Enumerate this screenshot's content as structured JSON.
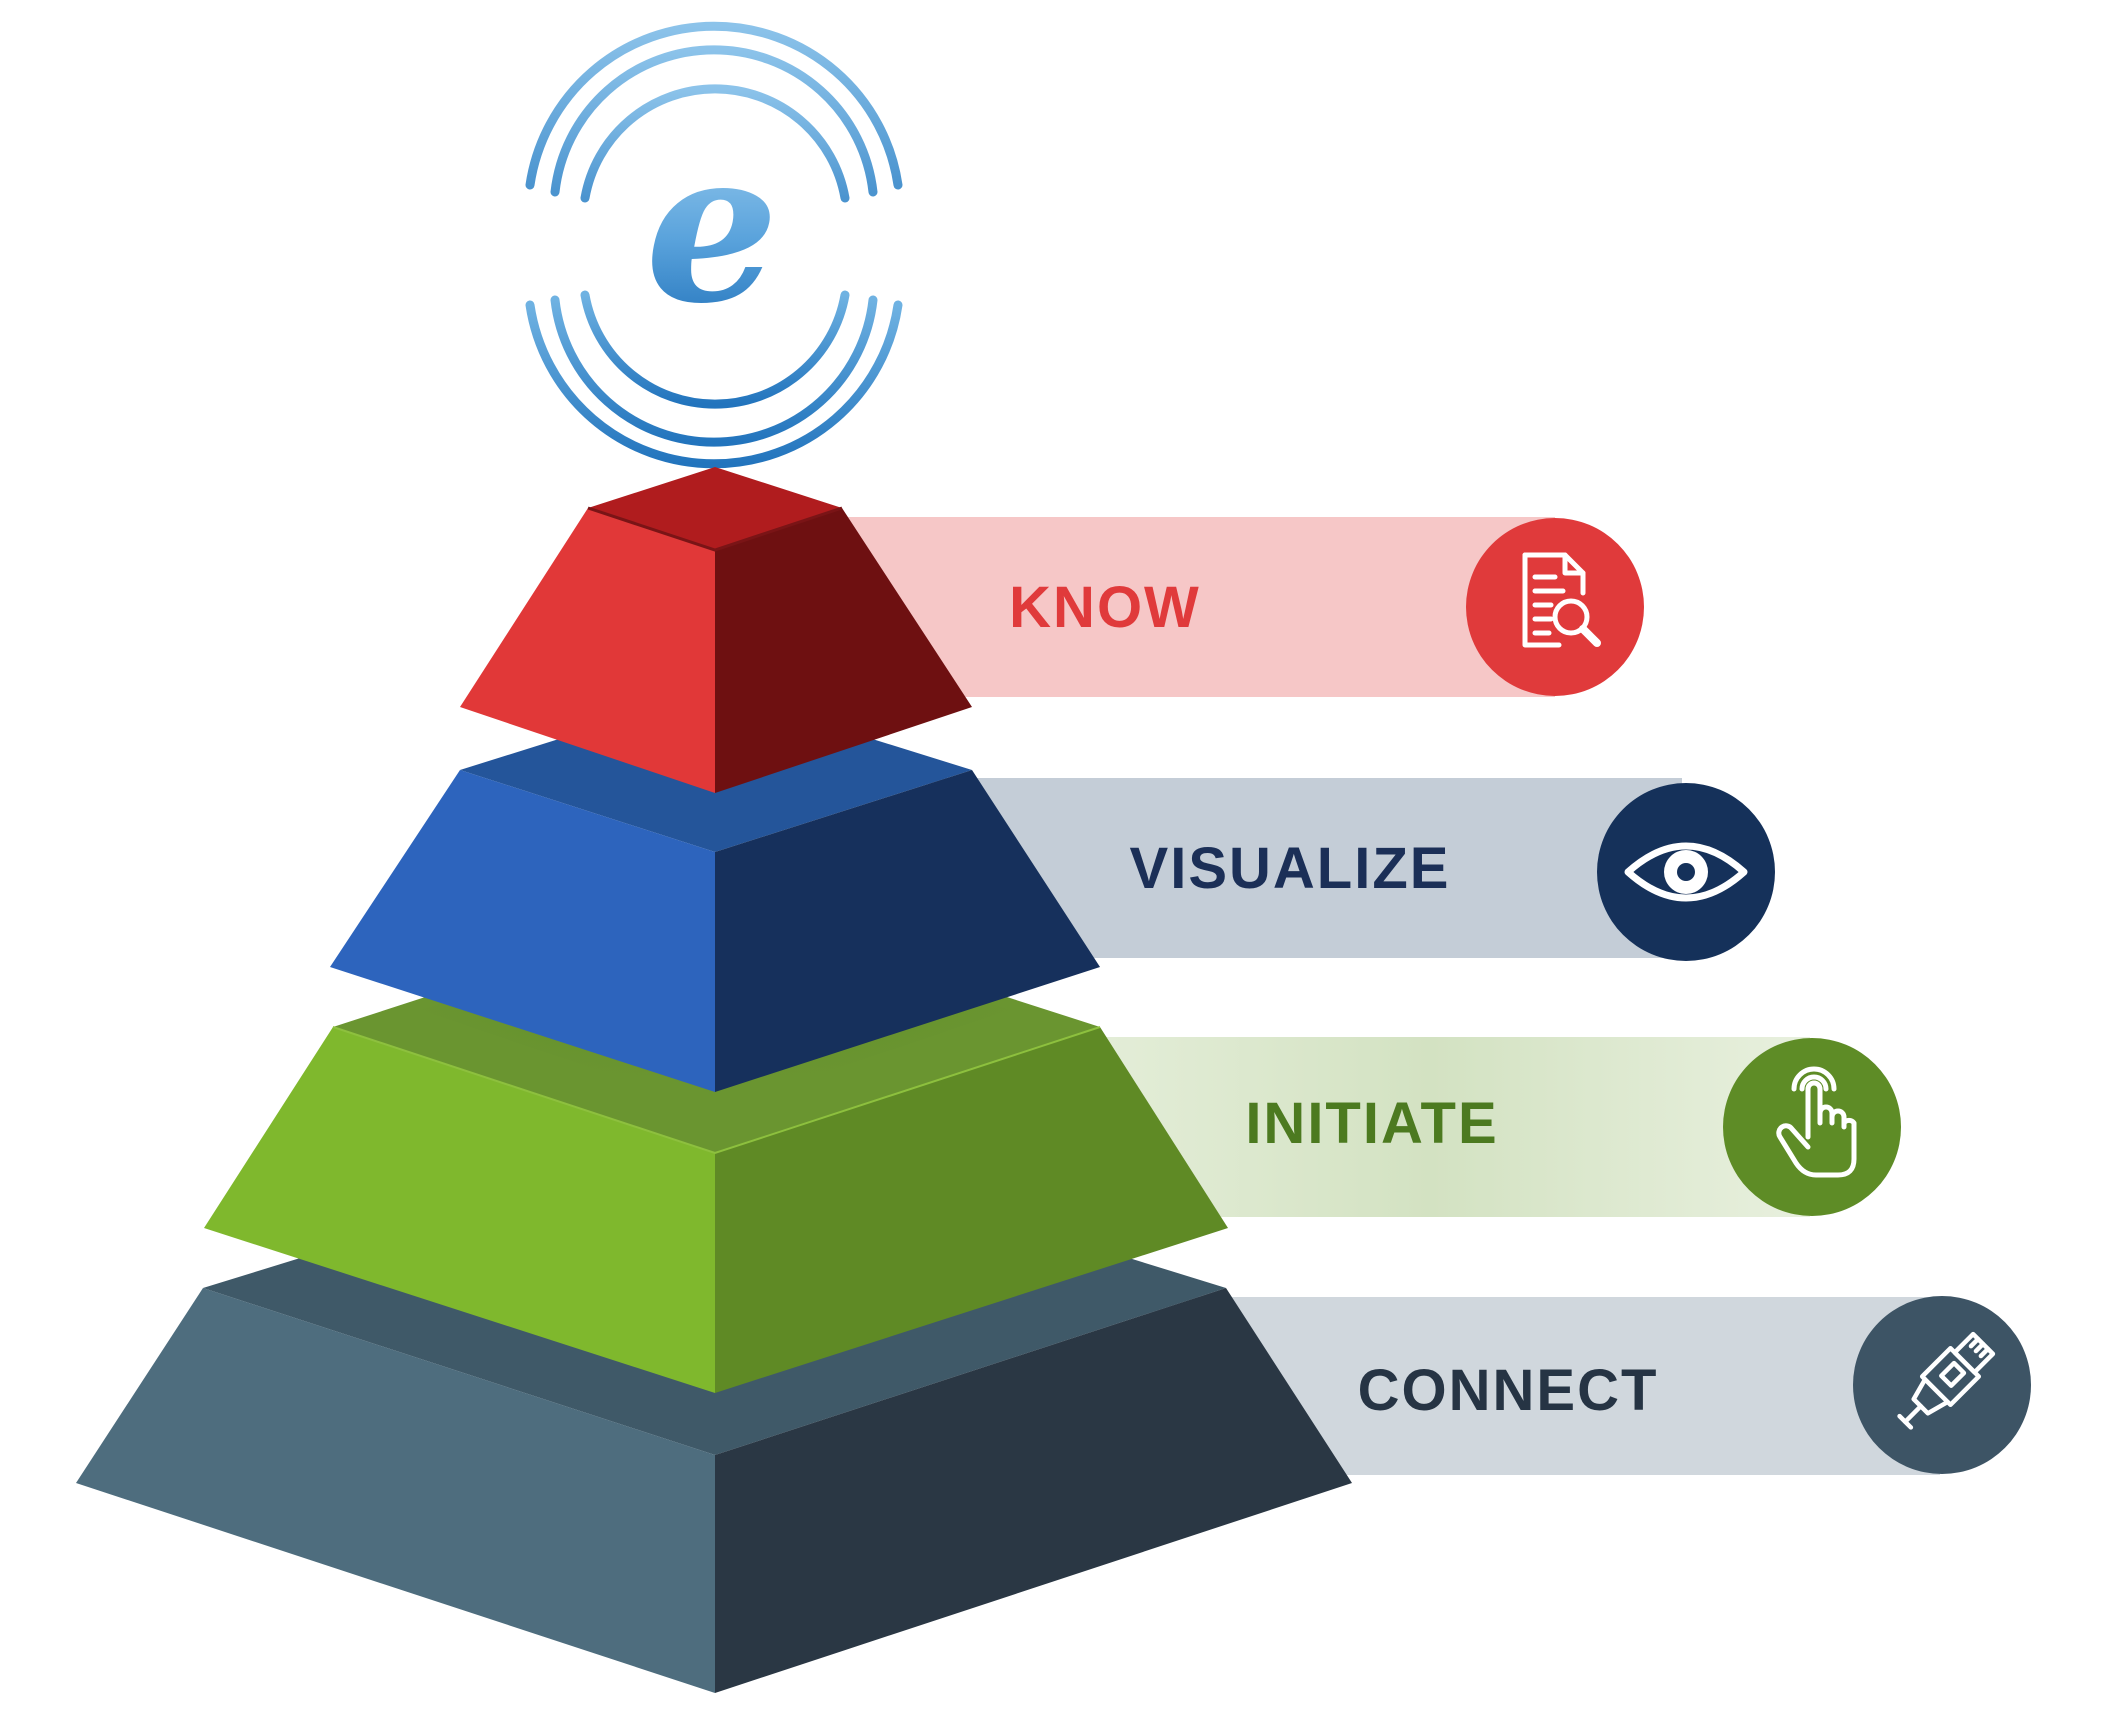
{
  "logo": {
    "letter": "e",
    "icon": "signal-waves-e-logo"
  },
  "levels": [
    {
      "label": "KNOW",
      "icon": "document-search-icon",
      "text_color": "#e03a3b",
      "bar_color": "#f6c7c7",
      "circle_color": "#e03a3b",
      "face_left": "#e13838",
      "face_right": "#6e1011",
      "face_top": "#b01c1e"
    },
    {
      "label": "VISUALIZE",
      "icon": "eye-icon",
      "text_color": "#1b2f57",
      "bar_color": "#c4cdd7",
      "circle_color": "#15315a",
      "face_left": "#2d64bd",
      "face_right": "#16305c",
      "face_top": "#24559a"
    },
    {
      "label": "INITIATE",
      "icon": "hand-pointer-icon",
      "text_color": "#4c7a20",
      "bar_color": "#dde8cf",
      "circle_color": "#5e8c26",
      "face_left": "#7fb82d",
      "face_right": "#5f8a25",
      "face_top": "#6a9530"
    },
    {
      "label": "CONNECT",
      "icon": "network-cable-icon",
      "text_color": "#263444",
      "bar_color": "#d0d7dd",
      "circle_color": "#3d5465",
      "face_left": "#4e6d7e",
      "face_right": "#2a3744",
      "face_top": "#3f5968"
    }
  ]
}
